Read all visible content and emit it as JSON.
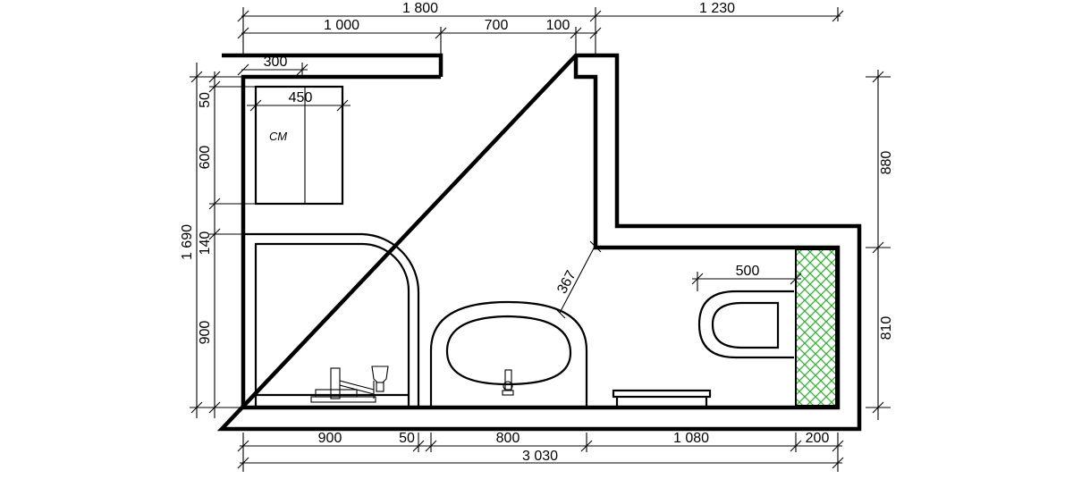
{
  "dimensions": {
    "top_overall": "1 800",
    "top_right": "1 230",
    "top_1": "1 000",
    "top_2": "700",
    "top_3": "100",
    "washer_width": "300",
    "cabinet_width": "450",
    "diagonal": "367",
    "toilet_width": "500",
    "left_overall": "1 690",
    "left_1": "50",
    "left_2": "600",
    "left_3": "140",
    "left_4": "900",
    "right_upper": "880",
    "right_lower": "810",
    "bottom_1": "900",
    "bottom_2": "50",
    "bottom_3": "800",
    "bottom_4": "1 080",
    "bottom_5": "200",
    "bottom_overall": "3 030"
  },
  "labels": {
    "washing_machine": "СМ"
  },
  "colors": {
    "hatch": "#2db52d",
    "line": "#000000"
  }
}
